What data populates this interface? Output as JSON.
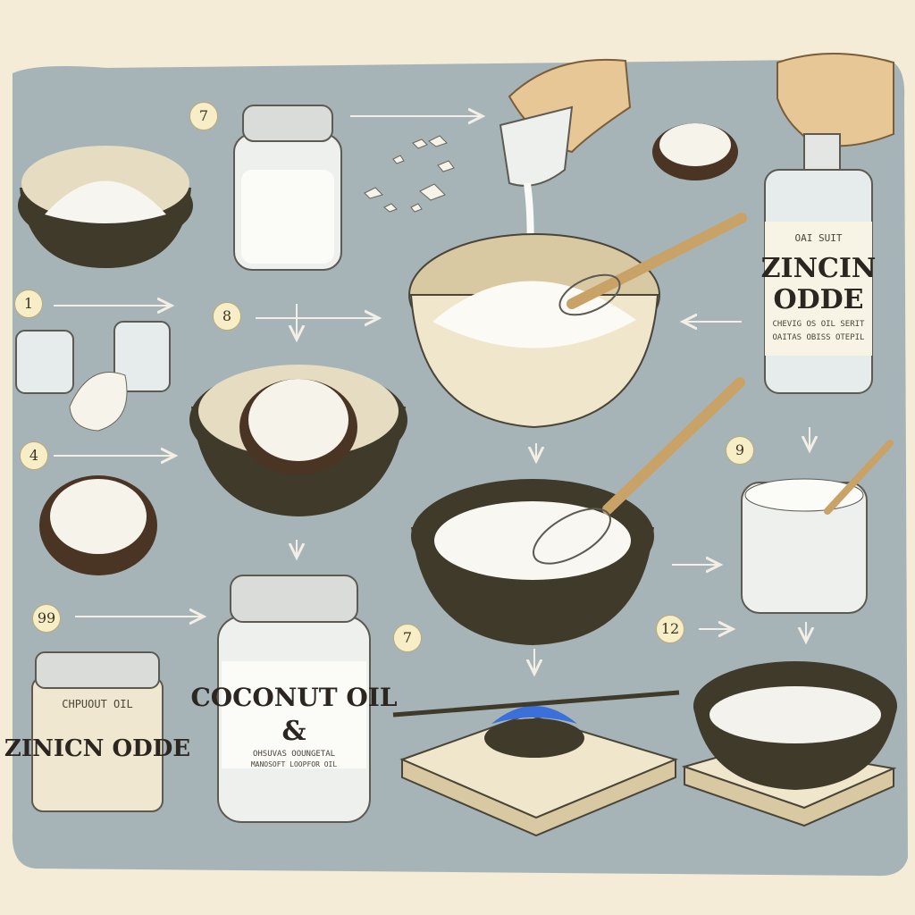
{
  "step_numbers": [
    "7",
    "1",
    "8",
    "4",
    "9",
    "99",
    "7",
    "12"
  ],
  "labels": {
    "right_bottle_top": "OAI SUIT",
    "right_bottle_title_1": "ZINCIN",
    "right_bottle_title_2": "ODDE",
    "right_bottle_small_1": "CHEVIG OS OIL SERIT",
    "right_bottle_small_2": "OAITAS OBISS OTEPIL",
    "small_jar_top": "CHPUOUT OIL",
    "small_jar_title": "ZINICN ODDE",
    "big_jar_title": "COCONUT OIL",
    "big_jar_amp": "&",
    "big_jar_small_1": "OHSUVAS OOUNGETAL",
    "big_jar_small_2": "MANOSOFT LOOPFOR OIL"
  },
  "colors": {
    "backdrop": "#a6b4b8",
    "paper": "#f4ecd6",
    "bowl_dark": "#3f3a2a",
    "cream": "#f1ead4",
    "wood": "#c9a268",
    "flame": "#3b6fd9"
  }
}
